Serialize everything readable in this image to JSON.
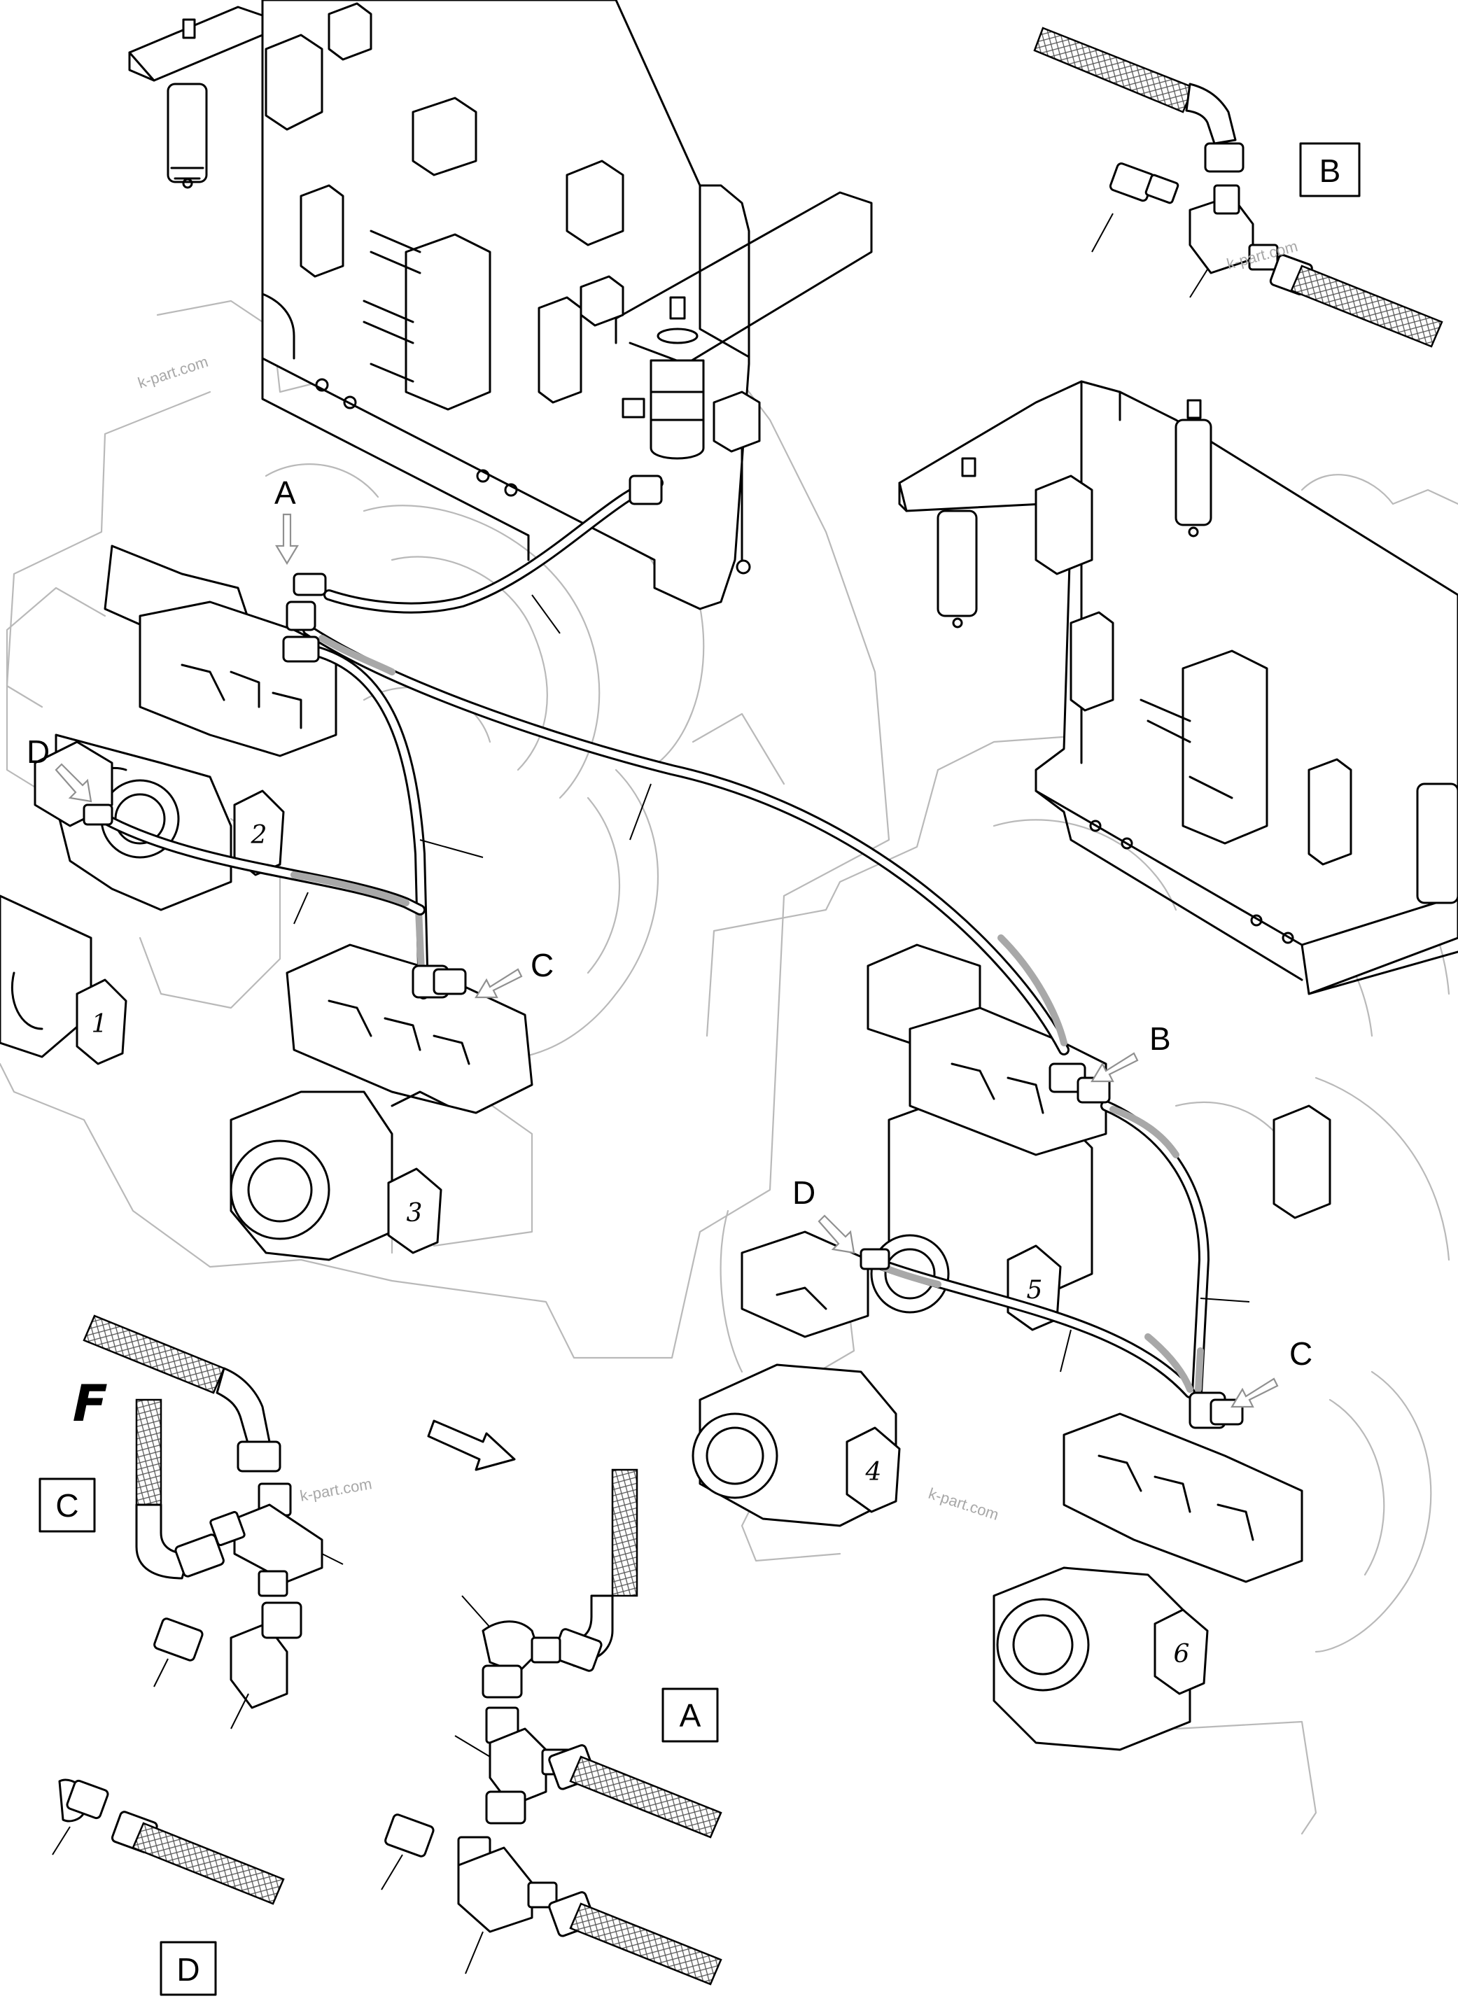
{
  "callouts": {
    "A": "A",
    "B": "B",
    "C": "C",
    "D": "D"
  },
  "detail_boxes": {
    "A": "A",
    "B": "B",
    "C": "C",
    "D": "D"
  },
  "pump_numbers": [
    "1",
    "2",
    "3",
    "4",
    "5",
    "6"
  ],
  "watermark": "k-part.com",
  "direction_letter": "F"
}
